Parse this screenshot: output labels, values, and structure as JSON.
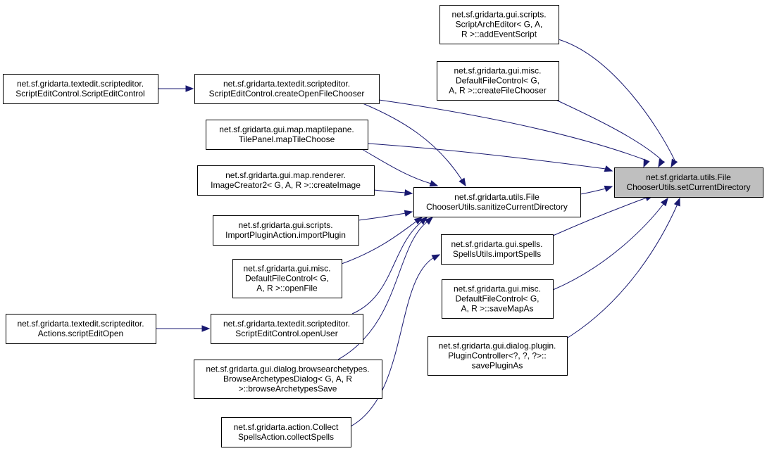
{
  "graph": {
    "nodes": [
      {
        "id": "setCurrentDirectory",
        "current": true,
        "lines": [
          "net.sf.gridarta.utils.File",
          "ChooserUtils.setCurrentDirectory"
        ]
      },
      {
        "id": "addEventScript",
        "lines": [
          "net.sf.gridarta.gui.scripts.",
          "ScriptArchEditor< G, A,",
          "R >::addEventScript"
        ]
      },
      {
        "id": "createFileChooser",
        "lines": [
          "net.sf.gridarta.gui.misc.",
          "DefaultFileControl< G,",
          "A, R >::createFileChooser"
        ]
      },
      {
        "id": "createOpenFileChooser",
        "lines": [
          "net.sf.gridarta.textedit.scripteditor.",
          "ScriptEditControl.createOpenFileChooser"
        ]
      },
      {
        "id": "ScriptEditControlCtor",
        "lines": [
          "net.sf.gridarta.textedit.scripteditor.",
          "ScriptEditControl.ScriptEditControl"
        ]
      },
      {
        "id": "mapTileChoose",
        "lines": [
          "net.sf.gridarta.gui.map.maptilepane.",
          "TilePanel.mapTileChoose"
        ]
      },
      {
        "id": "createImage",
        "lines": [
          "net.sf.gridarta.gui.map.renderer.",
          "ImageCreator2< G, A, R >::createImage"
        ]
      },
      {
        "id": "sanitizeCurrentDirectory",
        "lines": [
          "net.sf.gridarta.utils.File",
          "ChooserUtils.sanitizeCurrentDirectory"
        ]
      },
      {
        "id": "importPlugin",
        "lines": [
          "net.sf.gridarta.gui.scripts.",
          "ImportPluginAction.importPlugin"
        ]
      },
      {
        "id": "importSpells",
        "lines": [
          "net.sf.gridarta.gui.spells.",
          "SpellsUtils.importSpells"
        ]
      },
      {
        "id": "openFile",
        "lines": [
          "net.sf.gridarta.gui.misc.",
          "DefaultFileControl< G,",
          "A, R >::openFile"
        ]
      },
      {
        "id": "saveMapAs",
        "lines": [
          "net.sf.gridarta.gui.misc.",
          "DefaultFileControl< G,",
          "A, R >::saveMapAs"
        ]
      },
      {
        "id": "scriptEditOpen",
        "lines": [
          "net.sf.gridarta.textedit.scripteditor.",
          "Actions.scriptEditOpen"
        ]
      },
      {
        "id": "openUser",
        "lines": [
          "net.sf.gridarta.textedit.scripteditor.",
          "ScriptEditControl.openUser"
        ]
      },
      {
        "id": "savePluginAs",
        "lines": [
          "net.sf.gridarta.gui.dialog.plugin.",
          "PluginController<?, ?, ?>::",
          "savePluginAs"
        ]
      },
      {
        "id": "browseArchetypesSave",
        "lines": [
          "net.sf.gridarta.gui.dialog.browsearchetypes.",
          "BrowseArchetypesDialog< G, A, R",
          ">::browseArchetypesSave"
        ]
      },
      {
        "id": "collectSpells",
        "lines": [
          "net.sf.gridarta.action.Collect",
          "SpellsAction.collectSpells"
        ]
      }
    ],
    "edges": [
      {
        "from": "addEventScript",
        "to": "setCurrentDirectory"
      },
      {
        "from": "createFileChooser",
        "to": "setCurrentDirectory"
      },
      {
        "from": "createOpenFileChooser",
        "to": "setCurrentDirectory"
      },
      {
        "from": "mapTileChoose",
        "to": "setCurrentDirectory"
      },
      {
        "from": "sanitizeCurrentDirectory",
        "to": "setCurrentDirectory"
      },
      {
        "from": "importSpells",
        "to": "setCurrentDirectory"
      },
      {
        "from": "saveMapAs",
        "to": "setCurrentDirectory"
      },
      {
        "from": "savePluginAs",
        "to": "setCurrentDirectory"
      },
      {
        "from": "ScriptEditControlCtor",
        "to": "createOpenFileChooser"
      },
      {
        "from": "createOpenFileChooser",
        "to": "sanitizeCurrentDirectory"
      },
      {
        "from": "mapTileChoose",
        "to": "sanitizeCurrentDirectory"
      },
      {
        "from": "createImage",
        "to": "sanitizeCurrentDirectory"
      },
      {
        "from": "importPlugin",
        "to": "sanitizeCurrentDirectory"
      },
      {
        "from": "openFile",
        "to": "sanitizeCurrentDirectory"
      },
      {
        "from": "openUser",
        "to": "sanitizeCurrentDirectory"
      },
      {
        "from": "browseArchetypesSave",
        "to": "sanitizeCurrentDirectory"
      },
      {
        "from": "collectSpells",
        "to": "importSpells"
      },
      {
        "from": "scriptEditOpen",
        "to": "openUser"
      }
    ],
    "colors": {
      "edge": "#191970",
      "node_border": "#000000",
      "node_fill": "#ffffff",
      "current_node_fill": "#bfbfbf"
    }
  }
}
